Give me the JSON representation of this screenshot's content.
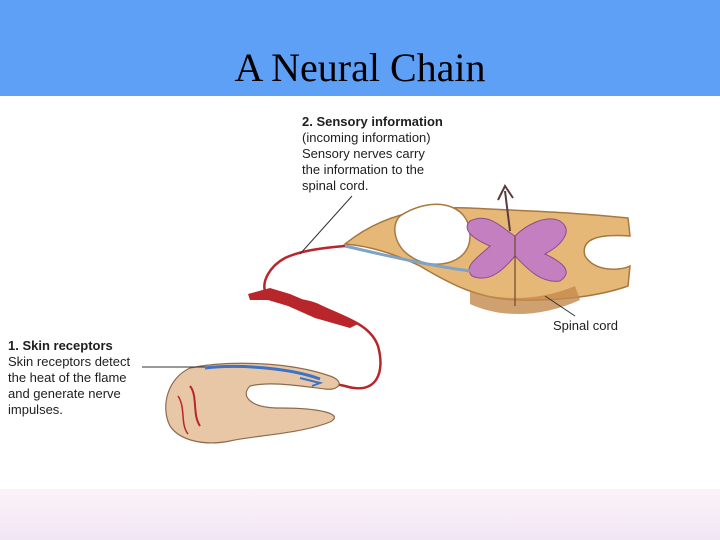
{
  "slide": {
    "title": "A Neural Chain"
  },
  "labels": {
    "sensory": {
      "heading": "2. Sensory information",
      "lines": [
        "(incoming information)",
        "Sensory nerves carry",
        "the information to the",
        "spinal cord."
      ]
    },
    "skin": {
      "heading": "1. Skin receptors",
      "lines": [
        "Skin receptors detect",
        "the heat of the flame",
        "and generate nerve",
        "impulses."
      ]
    },
    "spinal_cord": {
      "text": "Spinal cord"
    }
  },
  "colors": {
    "title_bar": "#5ea0f5",
    "nerve_red": "#b8262c",
    "spinal_tan": "#e6b877",
    "grey_matter": "#c37fc0",
    "skin": "#e8c7a6"
  }
}
